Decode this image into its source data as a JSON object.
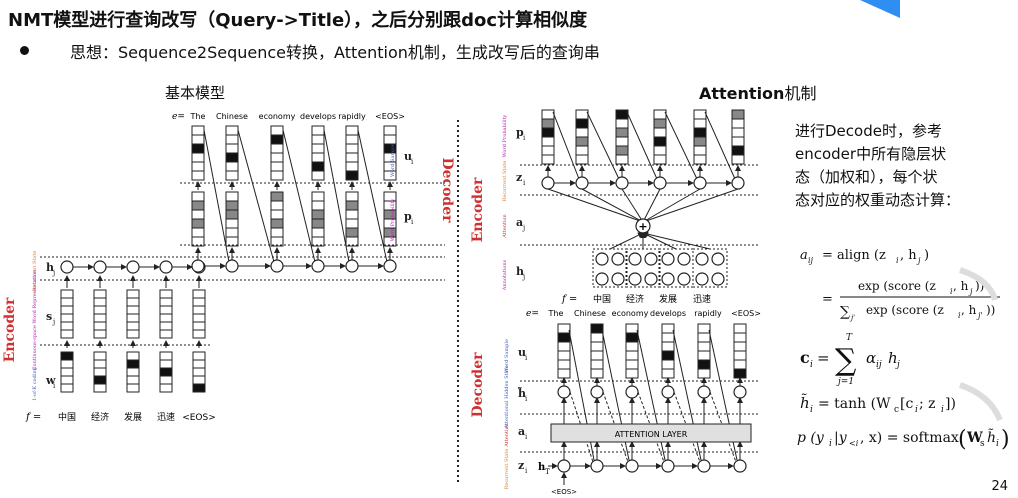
{
  "slide": {
    "title": "NMT模型进行查询改写（Query->Title），之后分别跟doc计算相似度",
    "bullet": "思想：Sequence2Sequence转换，Attention机制，生成改写后的查询串",
    "left_label": "基本模型",
    "right_label_bold": "Attention",
    "right_label_rest": "机制",
    "note_lines": [
      "进行Decode时，参考",
      "encoder中所有隐层状",
      "态（加权和），每个状",
      "态对应的权重动态计算："
    ],
    "page_number": "24"
  },
  "left_diagram": {
    "e_label": "e=",
    "output_words": [
      "The",
      "Chinese",
      "economy",
      "develops",
      "rapidly",
      "<EOS>"
    ],
    "f_label": "f =",
    "input_words": [
      "中国",
      "经济",
      "发展",
      "迅速",
      "<EOS>"
    ],
    "encoder_title": "Encoder",
    "decoder_title": "Decoder",
    "enc_rows": [
      {
        "sym": "h",
        "sub": "j",
        "desc": "Recurrent State"
      },
      {
        "sym": "s",
        "sub": "j",
        "desc": "Continuous-space Word Representation"
      },
      {
        "sym": "w",
        "sub": "i",
        "desc": "1-of-K coding"
      }
    ],
    "dec_rows": [
      {
        "sym": "u",
        "sub": "i",
        "desc": "Word Sample"
      },
      {
        "sym": "p",
        "sub": "i",
        "desc": "Word Probability"
      }
    ]
  },
  "right_top": {
    "encoder_title": "Encoder",
    "rows": [
      {
        "sym": "p",
        "sub": "i",
        "desc": "Word Probability"
      },
      {
        "sym": "z",
        "sub": "i",
        "desc": "Recurrent State"
      },
      {
        "sym": "a",
        "sub": "j",
        "desc": "Attention"
      },
      {
        "sym": "h",
        "sub": "j",
        "desc": "Annotations"
      }
    ],
    "f_label": "f =",
    "input_words": [
      "中国",
      "经济",
      "发展",
      "迅速"
    ],
    "e_label": "e=",
    "output_words": [
      "The",
      "Chinese",
      "economy",
      "develops",
      "rapidly",
      "<EOS>"
    ]
  },
  "right_bottom": {
    "decoder_title": "Decoder",
    "rows": [
      {
        "sym": "u",
        "sub": "i",
        "desc": "Word Sample"
      },
      {
        "sym": "h̃",
        "sub": "i",
        "desc": "Attentional Hidden State"
      },
      {
        "sym": "a",
        "sub": "i",
        "desc": "Attention"
      },
      {
        "sym": "z",
        "sub": "i",
        "desc": "Recurrent State"
      }
    ],
    "attention_layer": "ATTENTION LAYER",
    "h_label": "h",
    "h_sub": "T",
    "eos": "<EOS>"
  },
  "formulas": {
    "f1_lhs": "a",
    "f1_lhs_sub": "ij",
    "f1_rhs": "= align (z",
    "f1_rhs_tail": ", h",
    "f2_num": "exp (score (z",
    "f2_den": "∑",
    "f2_den_rest": "exp (score (z",
    "f3": "c",
    "f3_rest": "α",
    "f4_lhs": "h̃",
    "f4_rhs": "= tanh (W",
    "f5": "p (y",
    "f5_rhs": "= softmax"
  }
}
